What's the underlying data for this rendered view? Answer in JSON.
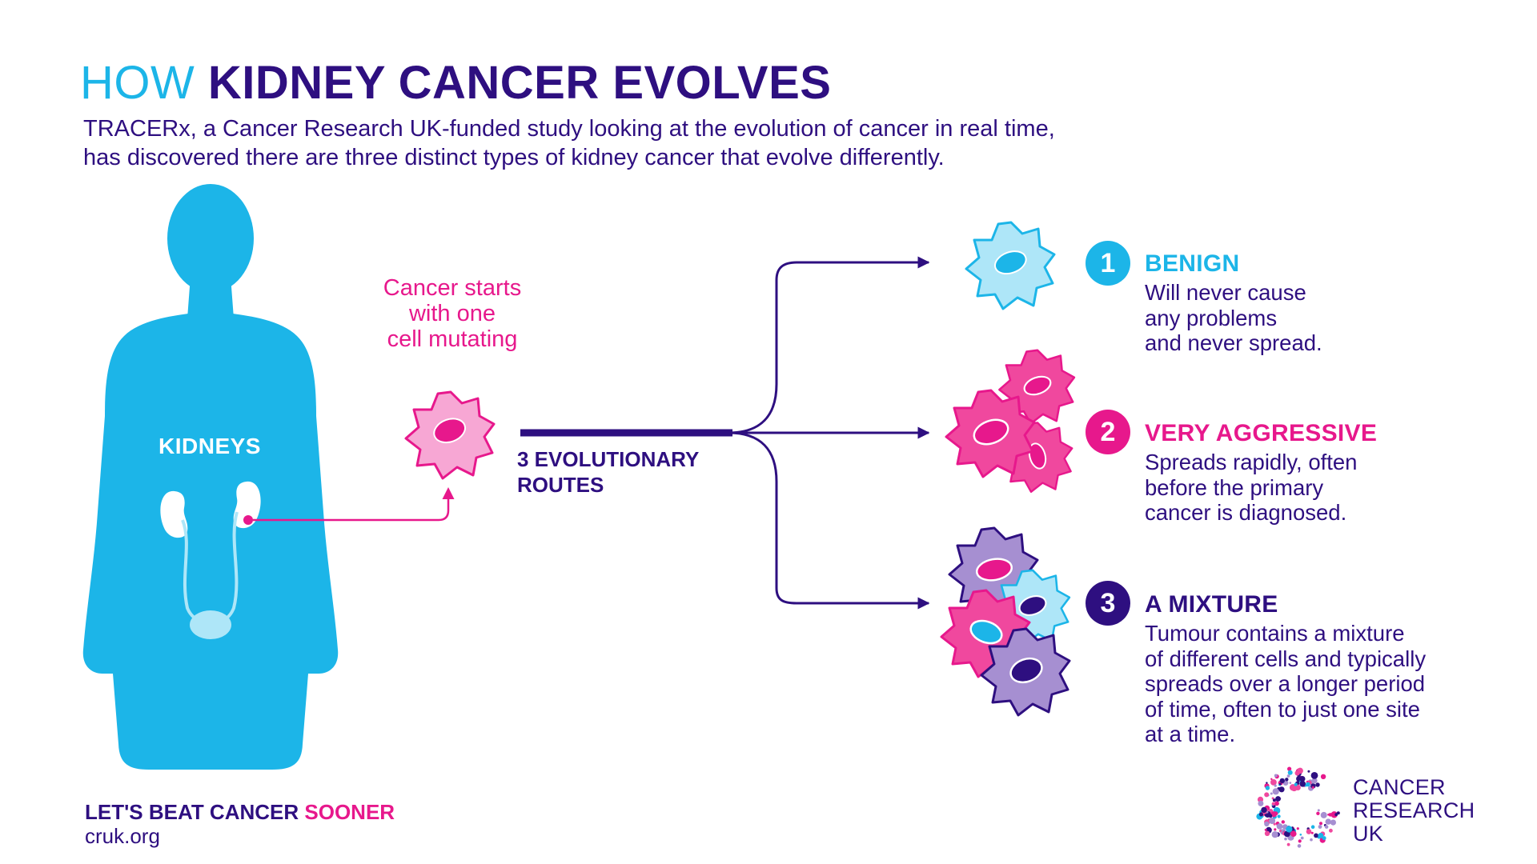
{
  "title": {
    "part1": "HOW",
    "part2": "KIDNEY CANCER EVOLVES"
  },
  "intro": {
    "line1": "TRACERx, a Cancer Research UK-funded study looking at the evolution of cancer in real time,",
    "line2": "has discovered there are three distinct types of kidney cancer that evolve differently."
  },
  "body_figure": {
    "label": "KIDNEYS"
  },
  "start": {
    "line1": "Cancer starts",
    "line2": "with one",
    "line3": "cell mutating"
  },
  "routes": {
    "line1": "3 EVOLUTIONARY",
    "line2": "ROUTES"
  },
  "outcomes": [
    {
      "number": "1",
      "title": "BENIGN",
      "lines": [
        "Will never cause",
        "any problems",
        "and never spread."
      ]
    },
    {
      "number": "2",
      "title": "VERY AGGRESSIVE",
      "lines": [
        "Spreads rapidly, often",
        "before the primary",
        "cancer is diagnosed."
      ]
    },
    {
      "number": "3",
      "title": "A MIXTURE",
      "lines": [
        "Tumour contains a mixture",
        "of different cells and typically",
        "spreads over a longer period",
        "of time, often to just one site",
        "at a time."
      ]
    }
  ],
  "footer": {
    "slogan_part1": "LET'S BEAT CANCER",
    "slogan_part2": "SOONER",
    "website": "cruk.org"
  },
  "logo": {
    "line1": "CANCER",
    "line2": "RESEARCH",
    "line3": "UK"
  },
  "colors": {
    "dark_purple": "#2e0f80",
    "cyan": "#1cb5e8",
    "magenta": "#e7188c",
    "light_cyan": "#aee6f8",
    "pink": "#f7a7d4",
    "bright_pink": "#f0489e",
    "lavender": "#a68fd1"
  }
}
